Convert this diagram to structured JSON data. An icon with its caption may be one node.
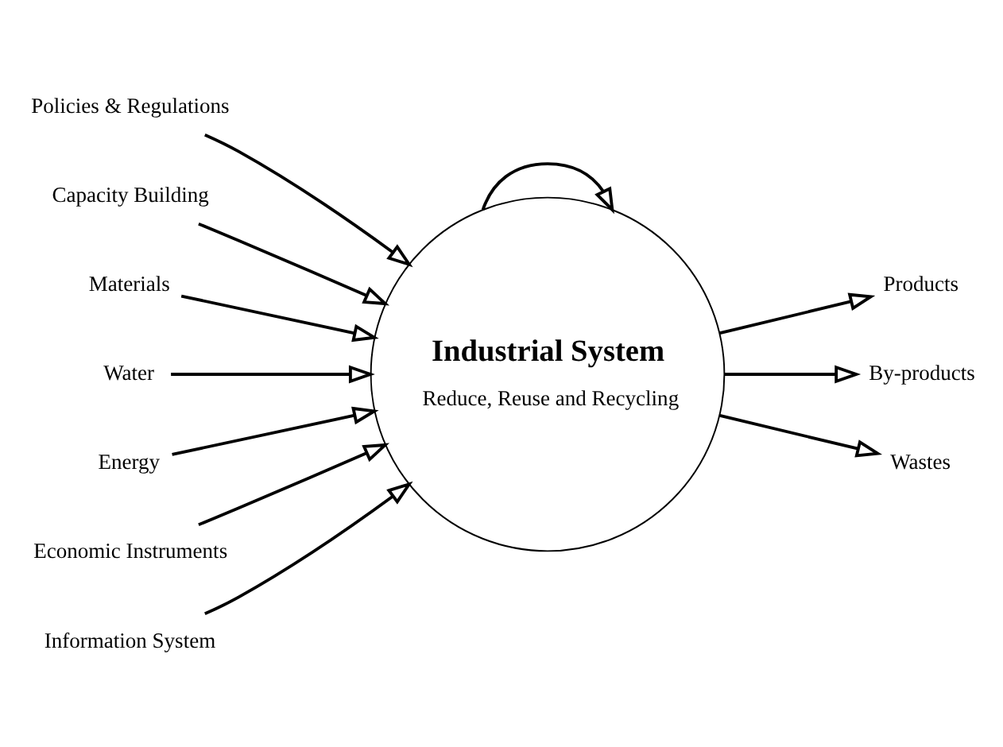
{
  "diagram": {
    "nodes": [
      {
        "text": [
          "Industrial System",
          "Reduce, Reuse and Recycling"
        ]
      },
      {
        "text": [
          "Policies & Regulations"
        ]
      },
      {
        "text": [
          "Capacity Building"
        ]
      },
      {
        "text": [
          "Materials"
        ]
      },
      {
        "text": [
          "Water"
        ]
      },
      {
        "text": [
          "Energy"
        ]
      },
      {
        "text": [
          "Products"
        ]
      },
      {
        "text": [
          "By-products"
        ]
      },
      {
        "text": [
          "Wastes"
        ]
      },
      {
        "text": [
          "Economic Instruments"
        ]
      },
      {
        "text": [
          "Information System"
        ]
      }
    ],
    "edges": [
      {
        "from": 1,
        "to": 0,
        "arrow": "to"
      },
      {
        "from": 2,
        "to": 0,
        "arrow": "to"
      },
      {
        "from": 3,
        "to": 0,
        "arrow": "to"
      },
      {
        "from": 4,
        "to": 0,
        "arrow": "to"
      },
      {
        "from": 5,
        "to": 0,
        "arrow": "to"
      },
      {
        "from": 0,
        "to": 6,
        "arrow": "to"
      },
      {
        "from": 0,
        "to": 7,
        "arrow": "to"
      },
      {
        "from": 0,
        "to": 8,
        "arrow": "to"
      },
      {
        "from": 9,
        "to": 0,
        "arrow": "to"
      },
      {
        "from": 10,
        "to": 0,
        "arrow": "to"
      },
      {
        "from": 0,
        "to": 0,
        "arrow": "to"
      }
    ]
  }
}
